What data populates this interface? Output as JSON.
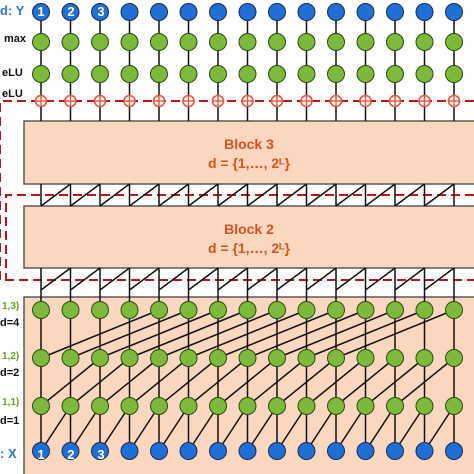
{
  "colors": {
    "blue_node": "#1f6fd4",
    "green_node": "#7db93a",
    "node_stroke": "#1b2a57",
    "block_fill": "#fbd7bf",
    "block_stroke": "#5a5a5a",
    "dashed": "#c0141c",
    "orange_text": "#d9531e",
    "green_text": "#6aa323",
    "blue_text": "#2a78d6",
    "relu_node": "#e8553a"
  },
  "top_labels": {
    "output": "d: Y",
    "softmax": "max",
    "relu1": "eLU",
    "relu2": "eLU"
  },
  "input_numbers": [
    "1",
    "2",
    "3"
  ],
  "blocks": [
    {
      "title": "Block 3",
      "subtitle": "d = {1,…, 2ᴸ}"
    },
    {
      "title": "Block 2",
      "subtitle": "d = {1,…, 2ᴸ}"
    }
  ],
  "block1_labels": {
    "d4_tuple": "1,3)",
    "d4": "d=4",
    "d2_tuple": "1,2)",
    "d2": "d=2",
    "d1_tuple": "1,1)",
    "d1": "d=1"
  },
  "input_label": ": X",
  "icons": [
    "relu-circle-icon"
  ]
}
